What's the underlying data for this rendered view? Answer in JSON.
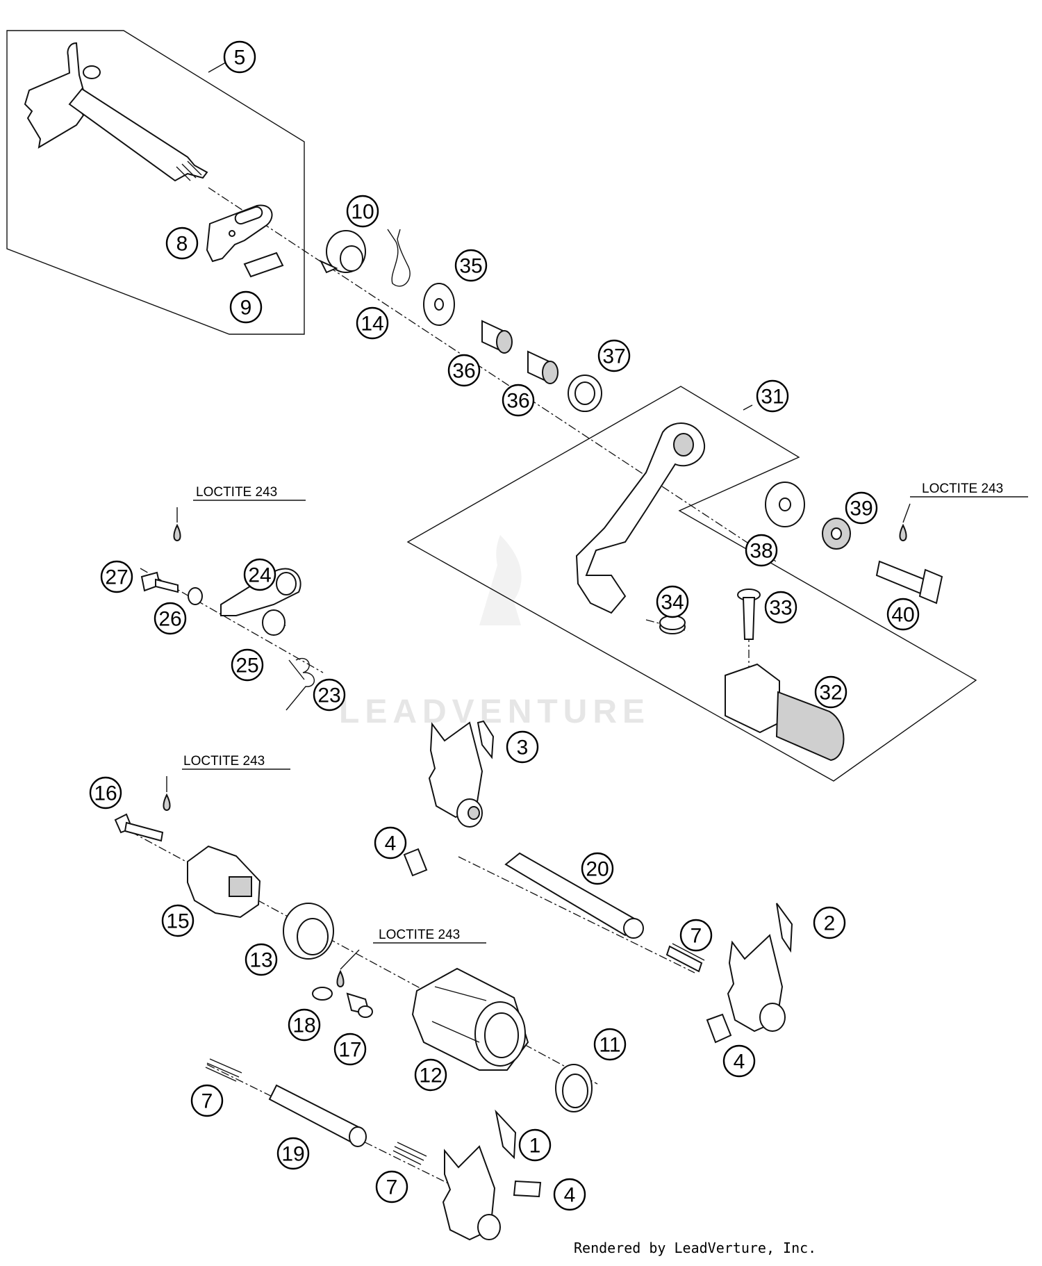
{
  "callouts": [
    {
      "id": "p5",
      "label": "5"
    },
    {
      "id": "p8",
      "label": "8"
    },
    {
      "id": "p9",
      "label": "9"
    },
    {
      "id": "p10",
      "label": "10"
    },
    {
      "id": "p14",
      "label": "14"
    },
    {
      "id": "p35",
      "label": "35"
    },
    {
      "id": "p36a",
      "label": "36"
    },
    {
      "id": "p36b",
      "label": "36"
    },
    {
      "id": "p37",
      "label": "37"
    },
    {
      "id": "p31",
      "label": "31"
    },
    {
      "id": "p38",
      "label": "38"
    },
    {
      "id": "p39",
      "label": "39"
    },
    {
      "id": "p40",
      "label": "40"
    },
    {
      "id": "p34",
      "label": "34"
    },
    {
      "id": "p33",
      "label": "33"
    },
    {
      "id": "p32",
      "label": "32"
    },
    {
      "id": "p27",
      "label": "27"
    },
    {
      "id": "p24",
      "label": "24"
    },
    {
      "id": "p26",
      "label": "26"
    },
    {
      "id": "p25",
      "label": "25"
    },
    {
      "id": "p23",
      "label": "23"
    },
    {
      "id": "p3",
      "label": "3"
    },
    {
      "id": "p16",
      "label": "16"
    },
    {
      "id": "p4a",
      "label": "4"
    },
    {
      "id": "p20",
      "label": "20"
    },
    {
      "id": "p2",
      "label": "2"
    },
    {
      "id": "p15",
      "label": "15"
    },
    {
      "id": "p13",
      "label": "13"
    },
    {
      "id": "p7a",
      "label": "7"
    },
    {
      "id": "p18",
      "label": "18"
    },
    {
      "id": "p17",
      "label": "17"
    },
    {
      "id": "p12",
      "label": "12"
    },
    {
      "id": "p11",
      "label": "11"
    },
    {
      "id": "p4b",
      "label": "4"
    },
    {
      "id": "p7b",
      "label": "7"
    },
    {
      "id": "p19",
      "label": "19"
    },
    {
      "id": "p1",
      "label": "1"
    },
    {
      "id": "p7c",
      "label": "7"
    },
    {
      "id": "p4c",
      "label": "4"
    }
  ],
  "notes": {
    "loctite_1": "LOCTITE 243",
    "loctite_2": "LOCTITE 243",
    "loctite_3": "LOCTITE 243",
    "loctite_4": "LOCTITE 243"
  },
  "watermark": "LEADVENTURE",
  "credit": "Rendered by LeadVerture, Inc."
}
